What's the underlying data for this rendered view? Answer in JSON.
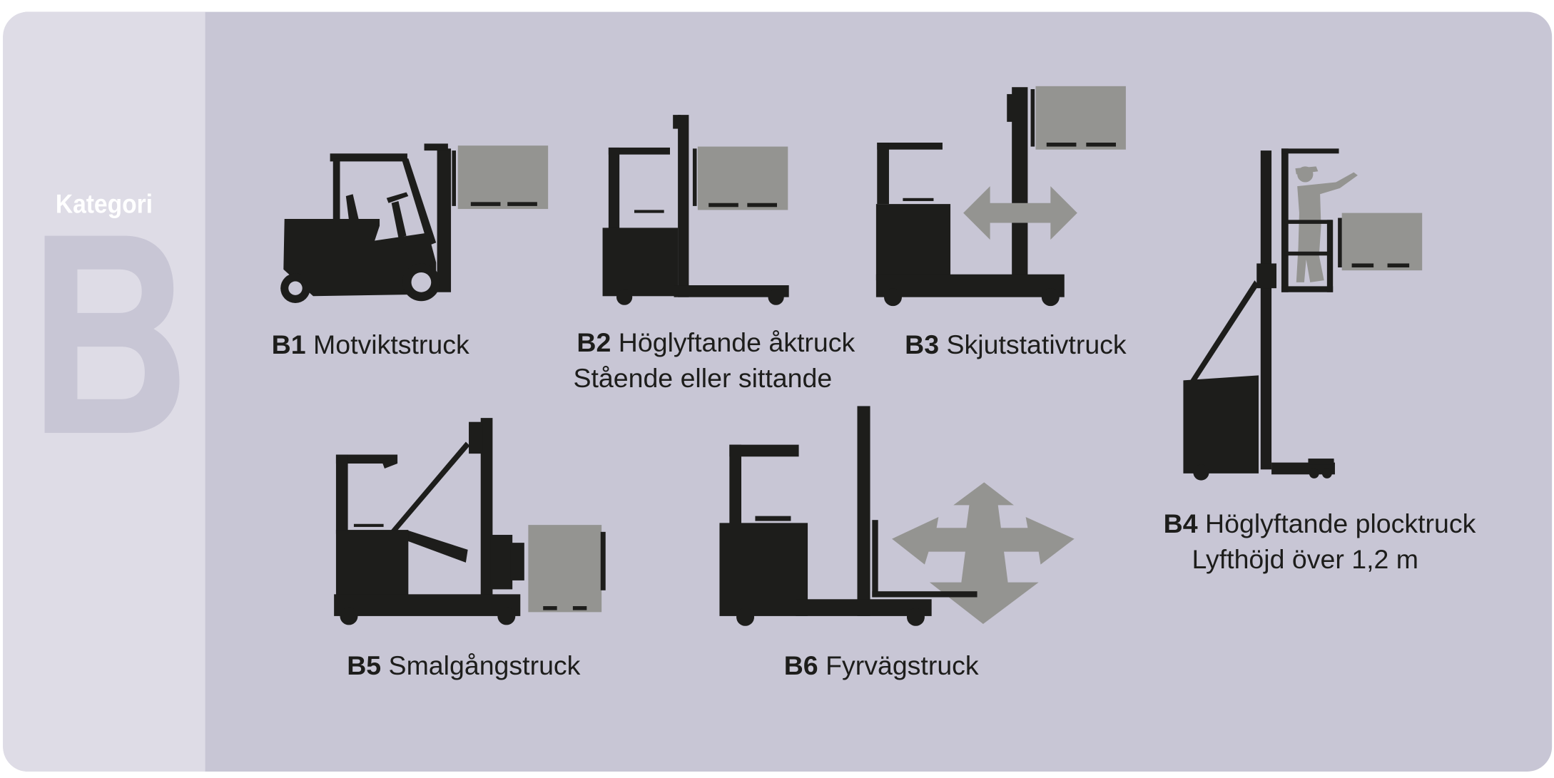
{
  "category": {
    "label": "Kategori",
    "letter": "B"
  },
  "colors": {
    "panel_left": "#dedce6",
    "panel_right": "#c8c6d5",
    "truck": "#1d1d1b",
    "load": "#949491"
  },
  "trucks": [
    {
      "code": "B1",
      "name": "Motviktstruck"
    },
    {
      "code": "B2",
      "name": "Höglyftande åktruck",
      "subtitle": "Stående eller sittande"
    },
    {
      "code": "B3",
      "name": "Skjutstativtruck"
    },
    {
      "code": "B4",
      "name": "Höglyftande plocktruck",
      "subtitle": "Lyfthöjd över 1,2 m"
    },
    {
      "code": "B5",
      "name": "Smalgångstruck"
    },
    {
      "code": "B6",
      "name": "Fyrvägstruck"
    }
  ]
}
